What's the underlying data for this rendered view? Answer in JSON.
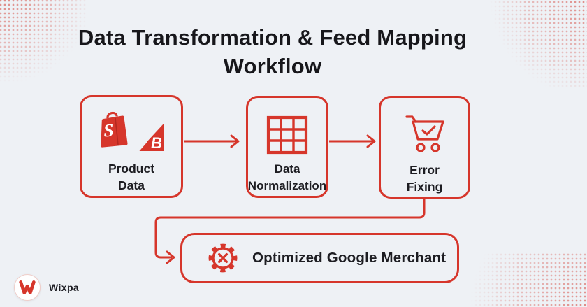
{
  "page": {
    "title_line1": "Data Transformation & Feed Mapping",
    "title_line2": "Workflow"
  },
  "colors": {
    "accent_red": "#d6362b",
    "background": "#eef1f5",
    "title_text": "#17171b"
  },
  "workflow": {
    "nodes": [
      {
        "id": "product-data",
        "label_line1": "Product",
        "label_line2": "Data",
        "icons": [
          "shopify-icon",
          "bigcommerce-icon"
        ]
      },
      {
        "id": "data-normalization",
        "label_line1": "Data",
        "label_line2": "Normalization",
        "icons": [
          "grid-icon"
        ]
      },
      {
        "id": "error-fixing",
        "label_line1": "Error",
        "label_line2": "Fixing",
        "icons": [
          "cart-check-icon"
        ]
      },
      {
        "id": "optimized-google-merchant",
        "label": "Optimized Google Merchant",
        "icons": [
          "gear-x-icon"
        ]
      }
    ],
    "connections": [
      {
        "from": "product-data",
        "to": "data-normalization"
      },
      {
        "from": "data-normalization",
        "to": "error-fixing"
      },
      {
        "from": "error-fixing",
        "to": "optimized-google-merchant"
      }
    ]
  },
  "footer": {
    "brand": "Wixpa"
  }
}
